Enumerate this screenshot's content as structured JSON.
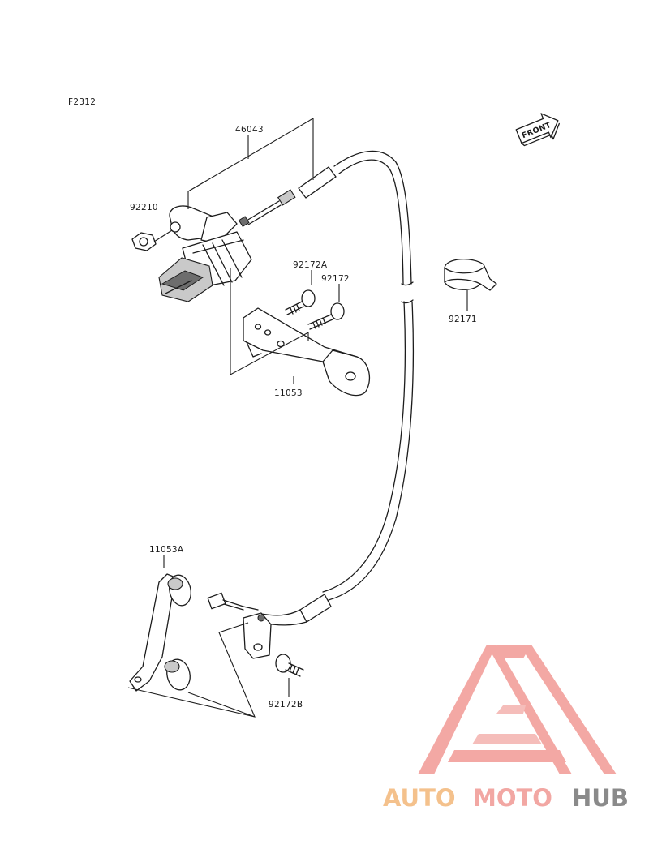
{
  "figure_code": "F2312",
  "front_label": "FRONT",
  "parts": [
    {
      "id": "46043"
    },
    {
      "id": "92210"
    },
    {
      "id": "92172A"
    },
    {
      "id": "92172"
    },
    {
      "id": "92171"
    },
    {
      "id": "11053"
    },
    {
      "id": "11053A"
    },
    {
      "id": "92172B"
    }
  ],
  "watermark": {
    "part1": "AUTO",
    "part2": "MOTO",
    "part3": "HUB",
    "colors": {
      "auto": "#f4c18c",
      "moto": "#f2a7a3",
      "hub": "#8a8a8a",
      "logo": "#f08f8a"
    }
  }
}
